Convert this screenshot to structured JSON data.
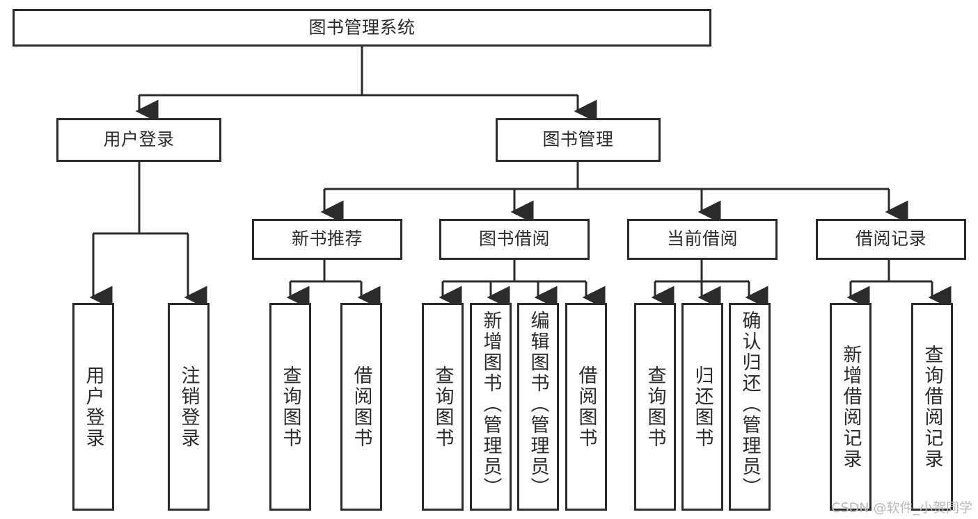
{
  "diagram": {
    "type": "tree-hierarchy-chart",
    "title": "图书管理系统",
    "stroke_color": "#2b2b2b",
    "background_color": "#ffffff",
    "root": {
      "id": "root",
      "label": "图书管理系统"
    },
    "level2": [
      {
        "id": "user-login",
        "label": "用户登录"
      },
      {
        "id": "book-management",
        "label": "图书管理"
      }
    ],
    "level3": [
      {
        "id": "new-book-recommend",
        "label": "新书推荐"
      },
      {
        "id": "book-borrow",
        "label": "图书借阅"
      },
      {
        "id": "current-borrow",
        "label": "当前借阅"
      },
      {
        "id": "borrow-record",
        "label": "借阅记录"
      }
    ],
    "leaves": {
      "user_login": [
        {
          "id": "leaf-user-login",
          "label": "用户登录"
        },
        {
          "id": "leaf-logout-login",
          "label": "注销登录"
        }
      ],
      "new_book_recommend": [
        {
          "id": "leaf-query-book-1",
          "label": "查询图书"
        },
        {
          "id": "leaf-borrow-book-1",
          "label": "借阅图书"
        }
      ],
      "book_borrow": [
        {
          "id": "leaf-query-book-2",
          "label": "查询图书"
        },
        {
          "id": "leaf-add-book",
          "label": "新增图书（管理员）"
        },
        {
          "id": "leaf-edit-book",
          "label": "编辑图书（管理员）"
        },
        {
          "id": "leaf-borrow-book-2",
          "label": "借阅图书"
        }
      ],
      "current_borrow": [
        {
          "id": "leaf-query-book-3",
          "label": "查询图书"
        },
        {
          "id": "leaf-return-book",
          "label": "归还图书"
        },
        {
          "id": "leaf-confirm-return",
          "label": "确认归还（管理员）"
        }
      ],
      "borrow_record": [
        {
          "id": "leaf-add-record",
          "label": "新增借阅记录"
        },
        {
          "id": "leaf-query-record",
          "label": "查询借阅记录"
        }
      ]
    }
  },
  "watermark": {
    "text": "CSDN @软件_小贺同学"
  }
}
